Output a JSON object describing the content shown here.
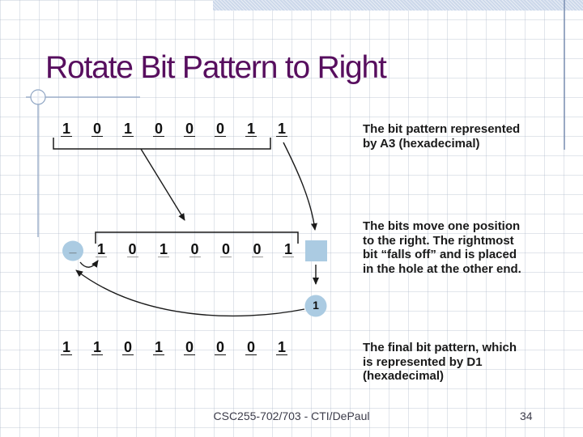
{
  "slide": {
    "title": "Rotate Bit Pattern to Right",
    "footer": {
      "course": "CSC255-702/703 - CTI/DePaul",
      "page_number": "34"
    }
  },
  "diagram": {
    "step1": {
      "bits": [
        "1",
        "0",
        "1",
        "0",
        "0",
        "0",
        "1",
        "1"
      ],
      "caption_lines": [
        "The bit pattern represented",
        "by A3 (hexadecimal)"
      ]
    },
    "step2": {
      "bits": [
        "1",
        "0",
        "1",
        "0",
        "0",
        "0",
        "1"
      ],
      "hole_placeholder": "_",
      "fallen_bit": "1",
      "caption_lines": [
        "The bits move one position",
        "to the right. The rightmost",
        "bit “falls off” and is placed",
        "in the hole at the other end."
      ]
    },
    "step3": {
      "bits": [
        "1",
        "1",
        "0",
        "1",
        "0",
        "0",
        "0",
        "1"
      ],
      "caption_lines": [
        "The final bit pattern, which",
        "is represented by D1",
        "(hexadecimal)"
      ]
    }
  },
  "colors": {
    "accent_blue": "#abcbe2",
    "title_purple": "#570e5e",
    "decor_line_blue": "#8fa5c4",
    "arrow_black": "#1a1a1a"
  }
}
